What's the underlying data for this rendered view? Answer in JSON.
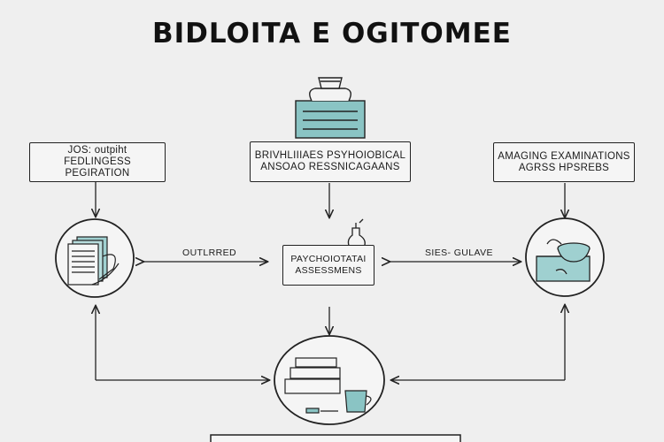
{
  "title": "BIDLOITA E OGITOMEE",
  "boxes": {
    "left": {
      "line1": "JOS: outpiht",
      "line2": "FEDLINGESS PEGIRATION"
    },
    "center": {
      "line1": "BRIVHLIIIAES PSYHOIOBICAL",
      "line2": "ANSOAO RESSNICAGAANS"
    },
    "right": {
      "line1": "AMAGING EXAMINATIONS",
      "line2": "AGRSS HPSREBS"
    },
    "middle": {
      "line1": "PAYCHOIOTATAI",
      "line2": "ASSESSMENS"
    }
  },
  "edge_labels": {
    "left": "OUTLRRED",
    "right": "SIES- GULAVE"
  },
  "colors": {
    "accent": "#8ac4c4",
    "stroke": "#222222",
    "background": "#efefef"
  },
  "icons": [
    "document-stack-icon",
    "scanner-icon",
    "monitor-icon",
    "flask-icon",
    "computer-icon"
  ]
}
